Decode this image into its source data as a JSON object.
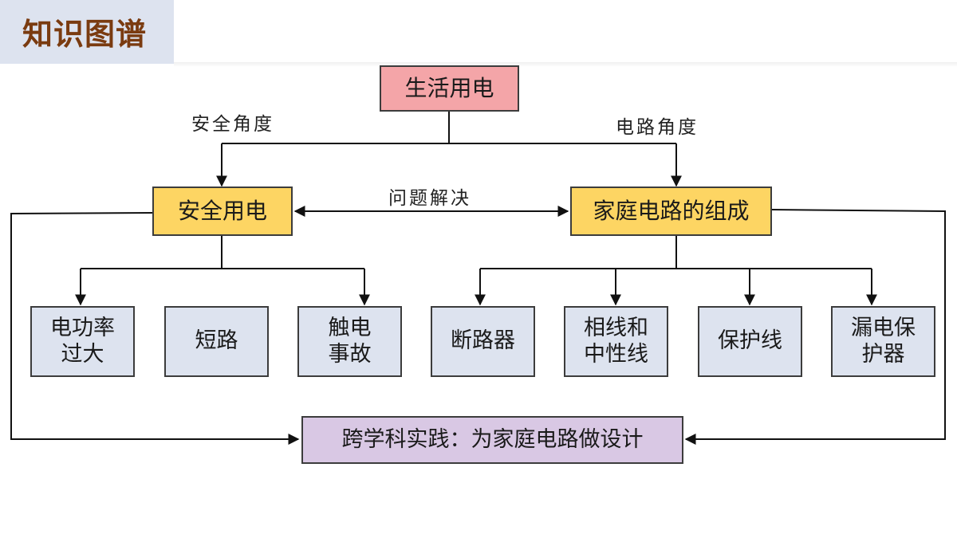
{
  "header": {
    "title": "知识图谱"
  },
  "diagram": {
    "root": "生活用电",
    "edge_labels": {
      "left": "安全角度",
      "right": "电路角度",
      "middle": "问题解决"
    },
    "left_branch": {
      "label": "安全用电",
      "children": [
        "电功率过大",
        "短路",
        "触电事故"
      ]
    },
    "right_branch": {
      "label": "家庭电路的组成",
      "children": [
        "断路器",
        "相线和中性线",
        "保护线",
        "漏电保护器"
      ]
    },
    "bottom": "跨学科实践：为家庭电路做设计"
  },
  "colors": {
    "root": "#f4a5a8",
    "branch": "#fdd563",
    "leaf": "#dde3ef",
    "practice": "#d9c8e4",
    "title_text": "#7a3b10"
  }
}
